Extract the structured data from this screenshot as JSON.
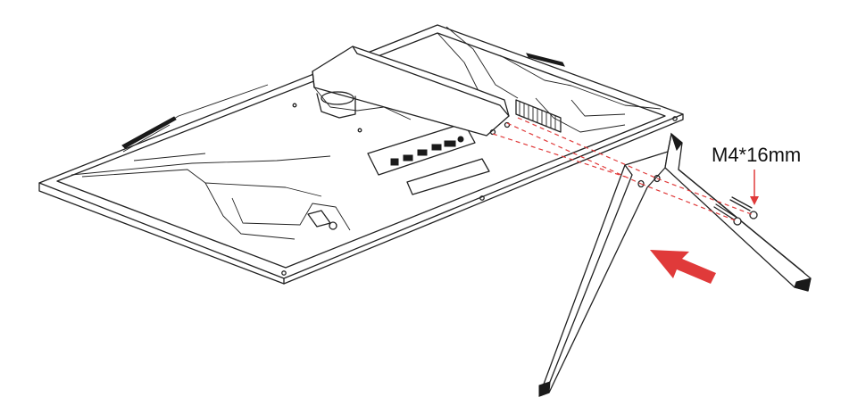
{
  "diagram": {
    "screw_label": "M4*16mm",
    "colors": {
      "line": "#222222",
      "accent": "#e03a3a",
      "background": "#ffffff"
    },
    "icons": {
      "insert_arrow": "red-arrow-pointing-up-left",
      "screw_arrow": "red-arrow-pointing-down"
    }
  }
}
